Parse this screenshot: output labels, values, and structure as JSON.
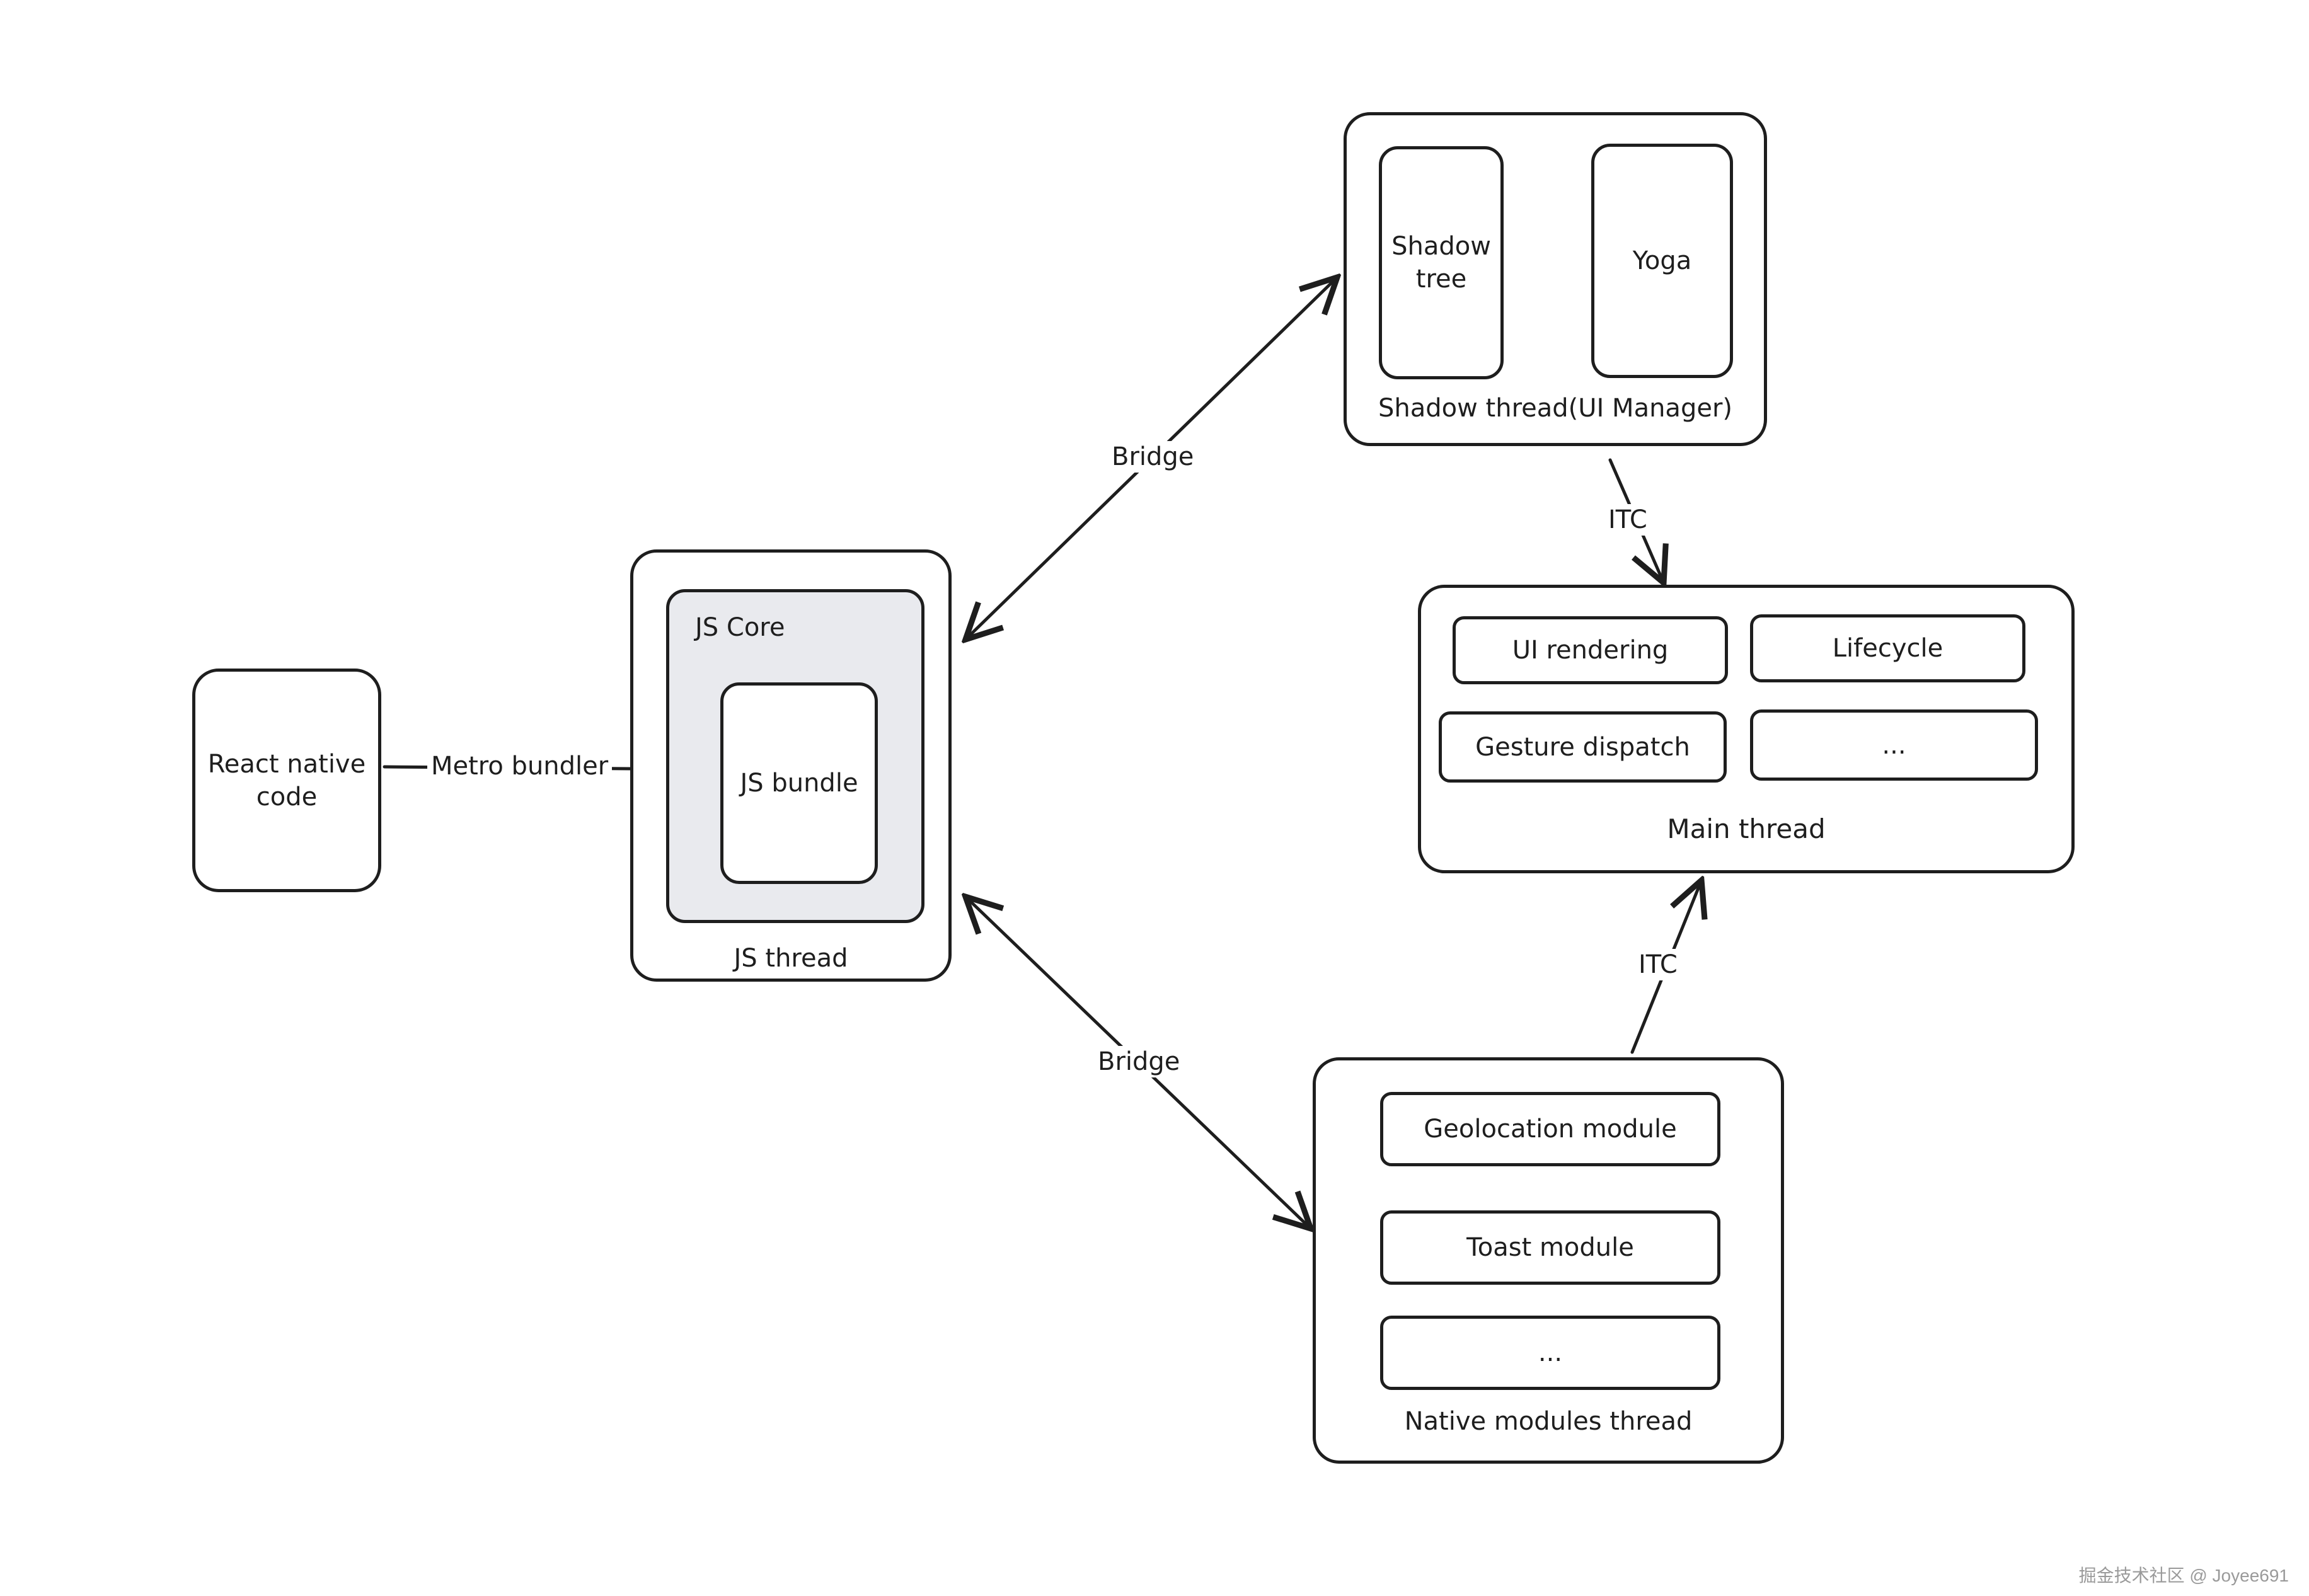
{
  "nodes": {
    "react_native_code": "React native\ncode",
    "js_core": "JS Core",
    "js_bundle": "JS bundle",
    "js_thread": "JS thread",
    "shadow_tree": "Shadow\ntree",
    "yoga": "Yoga",
    "shadow_thread": "Shadow thread(UI Manager)",
    "ui_rendering": "UI rendering",
    "lifecycle": "Lifecycle",
    "gesture_dispatch": "Gesture dispatch",
    "main_more": "...",
    "main_thread": "Main thread",
    "geolocation_module": "Geolocation module",
    "toast_module": "Toast module",
    "native_more": "...",
    "native_modules_thread": "Native modules thread"
  },
  "edges": {
    "metro_bundler": "Metro bundler",
    "bridge_top": "Bridge",
    "bridge_bottom": "Bridge",
    "itc_top": "ITC",
    "itc_bottom": "ITC"
  },
  "watermark": "掘金技术社区 @ Joyee691",
  "colors": {
    "stroke": "#1e1e1e",
    "js_core_fill": "#e9eaee",
    "background": "#ffffff"
  }
}
